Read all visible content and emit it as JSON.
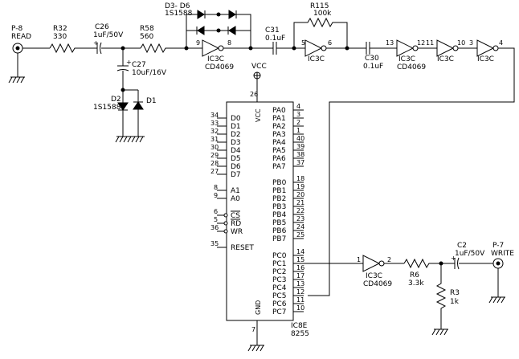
{
  "connectors": {
    "read": {
      "ref": "P-8",
      "name": "READ"
    },
    "write": {
      "ref": "P-7",
      "name": "WRITE"
    }
  },
  "power": {
    "vcc": "VCC"
  },
  "components": {
    "r32": {
      "ref": "R32",
      "value": "330"
    },
    "c26": {
      "ref": "C26",
      "value": "1uF/50V"
    },
    "r58": {
      "ref": "R58",
      "value": "560"
    },
    "c27": {
      "ref": "C27",
      "value": "10uF/16V"
    },
    "d2": {
      "ref": "D2",
      "part": "1S1588"
    },
    "d1": {
      "ref": "D1"
    },
    "d3d6": {
      "ref": "D3- D6",
      "part": "1S1588"
    },
    "c31": {
      "ref": "C31",
      "value": "0.1uF"
    },
    "r115": {
      "ref": "R115",
      "value": "100k"
    },
    "c30": {
      "ref": "C30",
      "value": "0.1uF"
    },
    "r6": {
      "ref": "R6",
      "value": "3.3k"
    },
    "r3": {
      "ref": "R3",
      "value": "1k"
    },
    "c2": {
      "ref": "C2",
      "value": "1uF/50V"
    }
  },
  "gates": {
    "g1": {
      "ref": "IC3C",
      "part": "CD4069",
      "in_pin": "9",
      "out_pin": "8"
    },
    "g2": {
      "ref": "IC3C",
      "in_pin": "5",
      "out_pin": "6"
    },
    "g3": {
      "ref": "IC3C",
      "part": "CD4069",
      "in_pin": "13",
      "out_pin": "12"
    },
    "g4": {
      "ref": "IC3C",
      "in_pin": "11",
      "out_pin": "10"
    },
    "g5": {
      "ref": "IC3C",
      "in_pin": "3",
      "out_pin": "4"
    },
    "g6": {
      "ref": "IC3C",
      "part": "CD4069",
      "in_pin": "1",
      "out_pin": "2"
    }
  },
  "ic8255": {
    "ref": "IC8E",
    "part": "8255",
    "vcc_pin": "26",
    "vcc_label": "VCC",
    "gnd_pin": "7",
    "gnd_label": "GND",
    "left_pins": [
      {
        "num": "34",
        "name": "D0"
      },
      {
        "num": "33",
        "name": "D1"
      },
      {
        "num": "32",
        "name": "D2"
      },
      {
        "num": "31",
        "name": "D3"
      },
      {
        "num": "30",
        "name": "D4"
      },
      {
        "num": "29",
        "name": "D5"
      },
      {
        "num": "28",
        "name": "D6"
      },
      {
        "num": "27",
        "name": "D7"
      },
      {
        "num": "8",
        "name": "A1"
      },
      {
        "num": "9",
        "name": "A0"
      },
      {
        "num": "6",
        "name": "CS"
      },
      {
        "num": "5",
        "name": "RD"
      },
      {
        "num": "36",
        "name": "WR"
      },
      {
        "num": "35",
        "name": "RESET"
      }
    ],
    "right_pins": [
      {
        "num": "4",
        "name": "PA0"
      },
      {
        "num": "3",
        "name": "PA1"
      },
      {
        "num": "2",
        "name": "PA2"
      },
      {
        "num": "1",
        "name": "PA3"
      },
      {
        "num": "40",
        "name": "PA4"
      },
      {
        "num": "39",
        "name": "PA5"
      },
      {
        "num": "38",
        "name": "PA6"
      },
      {
        "num": "37",
        "name": "PA7"
      },
      {
        "num": "18",
        "name": "PB0"
      },
      {
        "num": "19",
        "name": "PB1"
      },
      {
        "num": "20",
        "name": "PB2"
      },
      {
        "num": "21",
        "name": "PB3"
      },
      {
        "num": "22",
        "name": "PB4"
      },
      {
        "num": "23",
        "name": "PB5"
      },
      {
        "num": "24",
        "name": "PB6"
      },
      {
        "num": "25",
        "name": "PB7"
      },
      {
        "num": "14",
        "name": "PC0"
      },
      {
        "num": "15",
        "name": "PC1"
      },
      {
        "num": "16",
        "name": "PC2"
      },
      {
        "num": "17",
        "name": "PC3"
      },
      {
        "num": "13",
        "name": "PC4"
      },
      {
        "num": "12",
        "name": "PC5"
      },
      {
        "num": "11",
        "name": "PC6"
      },
      {
        "num": "10",
        "name": "PC7"
      }
    ]
  }
}
